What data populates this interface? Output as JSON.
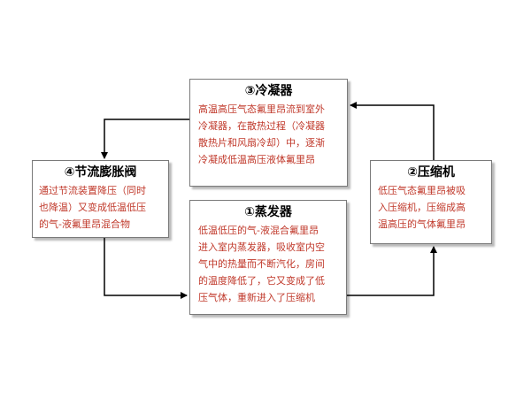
{
  "diagram": {
    "condenser": {
      "title": "③冷凝器",
      "body": "高温高压气态氟里昂流到室外\n冷凝器，在散热过程（冷凝器\n散热片和风扇冷却）中，逐渐\n冷凝成低温高压液体氟里昂"
    },
    "evaporator": {
      "title": "①蒸发器",
      "body": "低温低压的气-液混合氟里昂\n进入室内蒸发器，吸收室内空\n气中的热量而不断汽化，房间\n的温度降低了，它又变成了低\n压气体，重新进入了压缩机"
    },
    "throttle": {
      "title": "④节流膨胀阀",
      "body": "通过节流装置降压（同时\n也降温）又变成低温低压\n的气-液氟里昂混合物"
    },
    "compressor": {
      "title": "②压缩机",
      "body": "低压气态氟里昂被吸\n入压缩机，压缩成高\n温高压的气体氟里昂"
    }
  },
  "colors": {
    "body_text": "#c0392b",
    "title_text": "#000000",
    "border": "#7a7a7a",
    "arrow": "#000000"
  }
}
